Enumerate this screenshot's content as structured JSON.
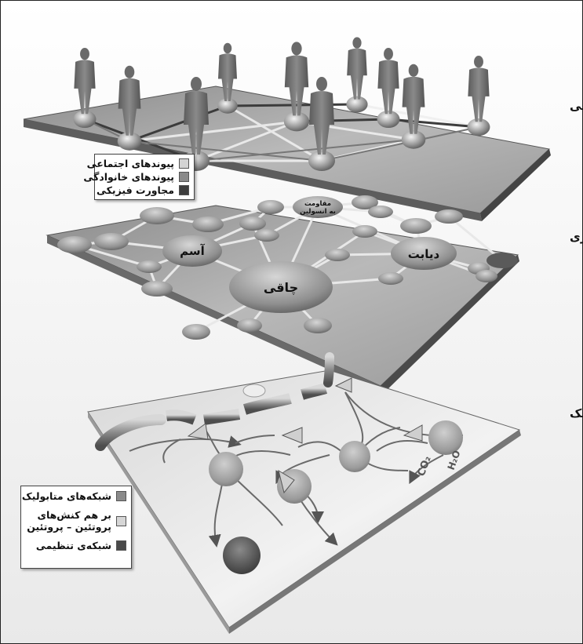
{
  "layers": {
    "social": "شبکه‌ی اجتماعی",
    "disease": "شبکه‌ی بیماری",
    "metabolic": "شبکه‌ی متابولیک"
  },
  "nodes": {
    "insulin_1": "مقاومت",
    "insulin_2": "به انسولین",
    "asthma": "آسم",
    "diabetes": "دیابت",
    "obesity": "چاقی"
  },
  "molecules": {
    "co2": "CO₂",
    "h2o": "H₂O"
  },
  "legend_social": [
    {
      "label": "پیوندهای اجتماعی",
      "color": "#d4d4d4"
    },
    {
      "label": "پیوندهای خانوادگی",
      "color": "#8a8a8a"
    },
    {
      "label": "مجاورت فیزیکی",
      "color": "#3e3e3e"
    }
  ],
  "legend_metabolic": {
    "item1": {
      "label": "شبکه‌های متابولیک",
      "color": "#8a8a8a"
    },
    "item2": {
      "line1": "بر هم کنش‌های",
      "line2": "پروتئین – پروتئین",
      "color": "#d6d6d6"
    },
    "item3": {
      "label": "شبکه‌ی تنظیمی",
      "color": "#4a4a4a"
    }
  }
}
